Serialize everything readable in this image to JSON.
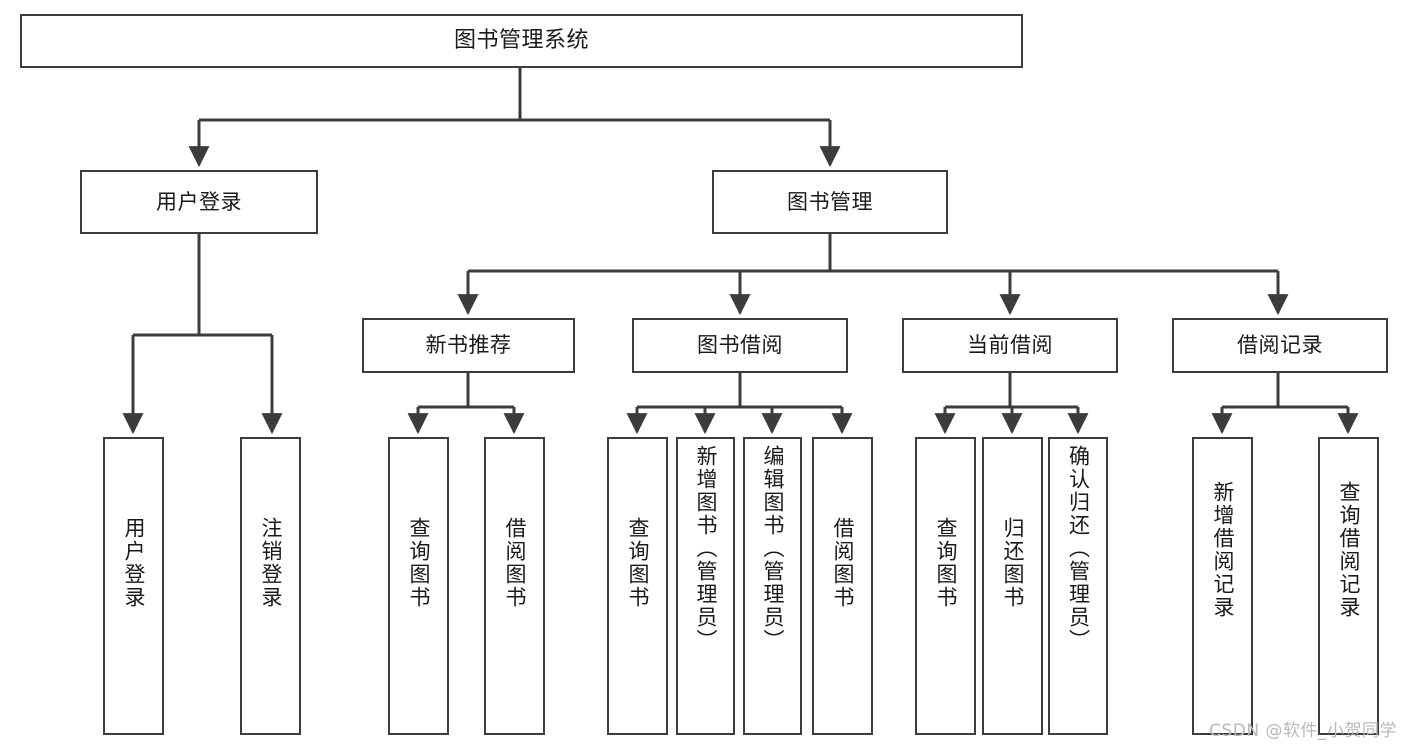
{
  "diagram": {
    "title_node": {
      "id": "root",
      "label": "图书管理系统"
    },
    "level1": [
      {
        "id": "user-login",
        "label": "用户登录"
      },
      {
        "id": "book-management",
        "label": "图书管理"
      }
    ],
    "level2": [
      {
        "id": "new-book-recommend",
        "label": "新书推荐"
      },
      {
        "id": "book-borrow",
        "label": "图书借阅"
      },
      {
        "id": "current-borrow",
        "label": "当前借阅"
      },
      {
        "id": "borrow-record",
        "label": "借阅记录"
      }
    ],
    "leaves": {
      "user_login": [
        {
          "id": "leaf-user-login",
          "label": "用户登录"
        },
        {
          "id": "leaf-logout",
          "label": "注销登录"
        }
      ],
      "new_book_recommend": [
        {
          "id": "leaf-query-book-1",
          "label": "查询图书"
        },
        {
          "id": "leaf-borrow-book-1",
          "label": "借阅图书"
        }
      ],
      "book_borrow": [
        {
          "id": "leaf-query-book-2",
          "label": "查询图书"
        },
        {
          "id": "leaf-add-book",
          "label": "新增图书（管理员）"
        },
        {
          "id": "leaf-edit-book",
          "label": "编辑图书（管理员）"
        },
        {
          "id": "leaf-borrow-book-2",
          "label": "借阅图书"
        }
      ],
      "current_borrow": [
        {
          "id": "leaf-query-book-3",
          "label": "查询图书"
        },
        {
          "id": "leaf-return-book",
          "label": "归还图书"
        },
        {
          "id": "leaf-confirm-return",
          "label": "确认归还（管理员）"
        }
      ],
      "borrow_record": [
        {
          "id": "leaf-add-record",
          "label": "新增借阅记录"
        },
        {
          "id": "leaf-query-record",
          "label": "查询借阅记录"
        }
      ]
    },
    "watermark": "CSDN @软件_小贺同学",
    "colors": {
      "stroke": "#3c3c3c",
      "fill": "#ffffff",
      "text": "#1a1a1a",
      "watermark": "#b9b9b9"
    }
  }
}
